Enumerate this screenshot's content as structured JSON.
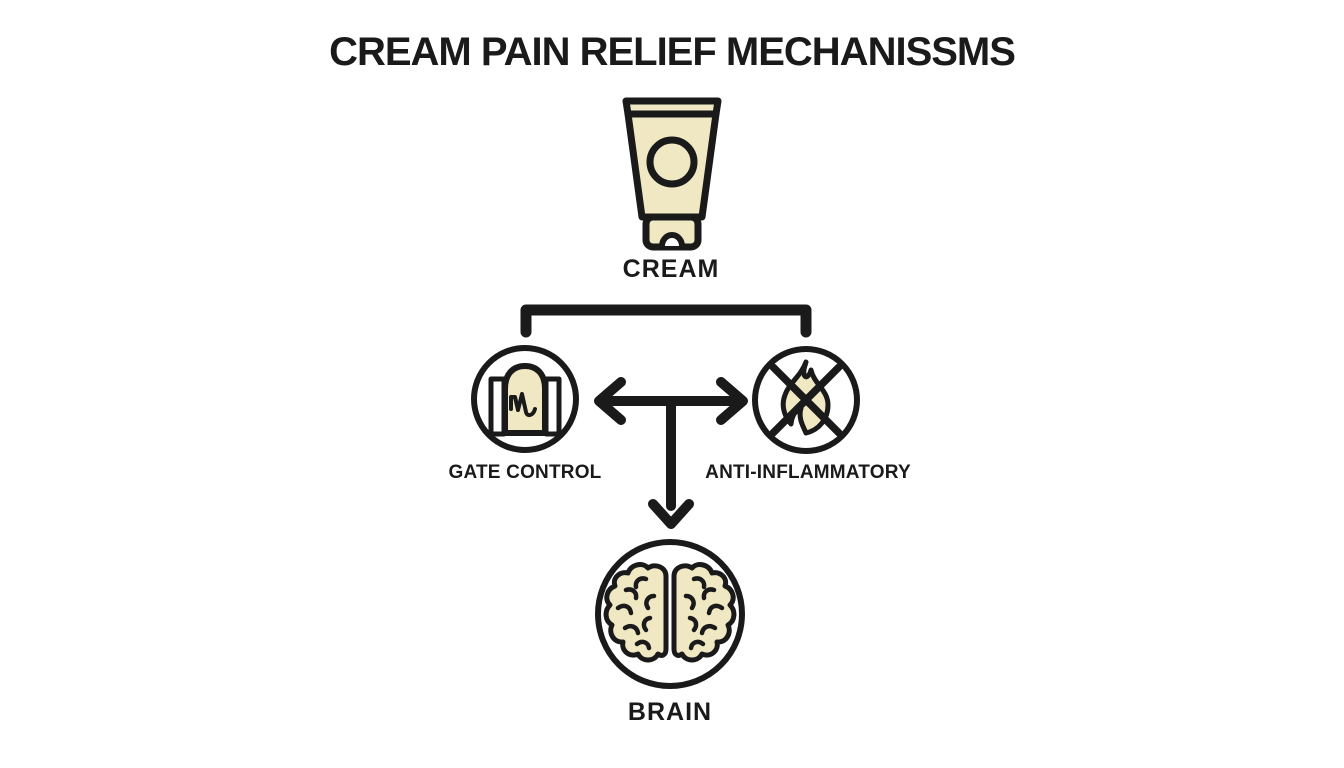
{
  "title": "CREAM PAIN RELIEF MECHANISSMS",
  "colors": {
    "ink": "#1a1a1a",
    "cream": "#efe8c3",
    "icon_fill": "#ffffff",
    "background": "#ffffff"
  },
  "diagram": {
    "source": {
      "label": "CREAM",
      "icon": "cream-tube-icon"
    },
    "mechanisms": [
      {
        "label": "GATE CONTROL",
        "icon": "gate-icon"
      },
      {
        "label": "ANTI-INFLAMMATORY",
        "icon": "crossed-flame-icon"
      }
    ],
    "target": {
      "label": "BRAIN",
      "icon": "brain-icon"
    },
    "connectors": [
      {
        "name": "branch-bracket",
        "type": "bracket",
        "from": "CREAM",
        "to": "GATE CONTROL and ANTI-INFLAMMATORY"
      },
      {
        "name": "bidirectional-arrow",
        "type": "double-headed-arrow",
        "between": "GATE CONTROL and ANTI-INFLAMMATORY"
      },
      {
        "name": "down-arrow",
        "type": "arrow",
        "to": "BRAIN"
      }
    ]
  }
}
